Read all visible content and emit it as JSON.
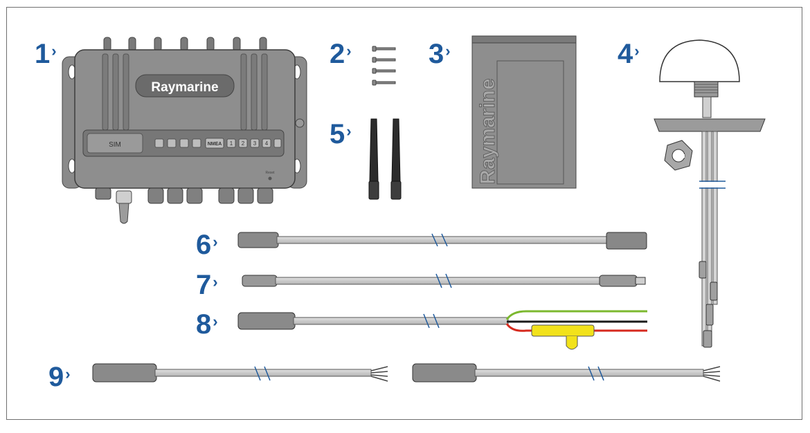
{
  "callouts": [
    {
      "num": "1",
      "arrow": "›"
    },
    {
      "num": "2",
      "arrow": "›"
    },
    {
      "num": "3",
      "arrow": "›"
    },
    {
      "num": "4",
      "arrow": "›"
    },
    {
      "num": "5",
      "arrow": "›"
    },
    {
      "num": "6",
      "arrow": "›"
    },
    {
      "num": "7",
      "arrow": "›"
    },
    {
      "num": "8",
      "arrow": "›"
    },
    {
      "num": "9",
      "arrow": "›"
    }
  ],
  "unit": {
    "brand": "Raymarine",
    "sim_label": "SIM",
    "nmea_label": "NMEA",
    "port_labels": [
      "1",
      "2",
      "3",
      "4"
    ],
    "reset_label": "Reset"
  },
  "document_brand": "Raymarine",
  "colors": {
    "callout": "#1f5a9c",
    "device_body": "#8e8e8e",
    "cable": "#c9c9c9",
    "fuse_holder": "#f2e21b",
    "wire_red": "#d62a1e",
    "wire_green": "#7cb82f",
    "wire_black": "#1a1a1a"
  }
}
